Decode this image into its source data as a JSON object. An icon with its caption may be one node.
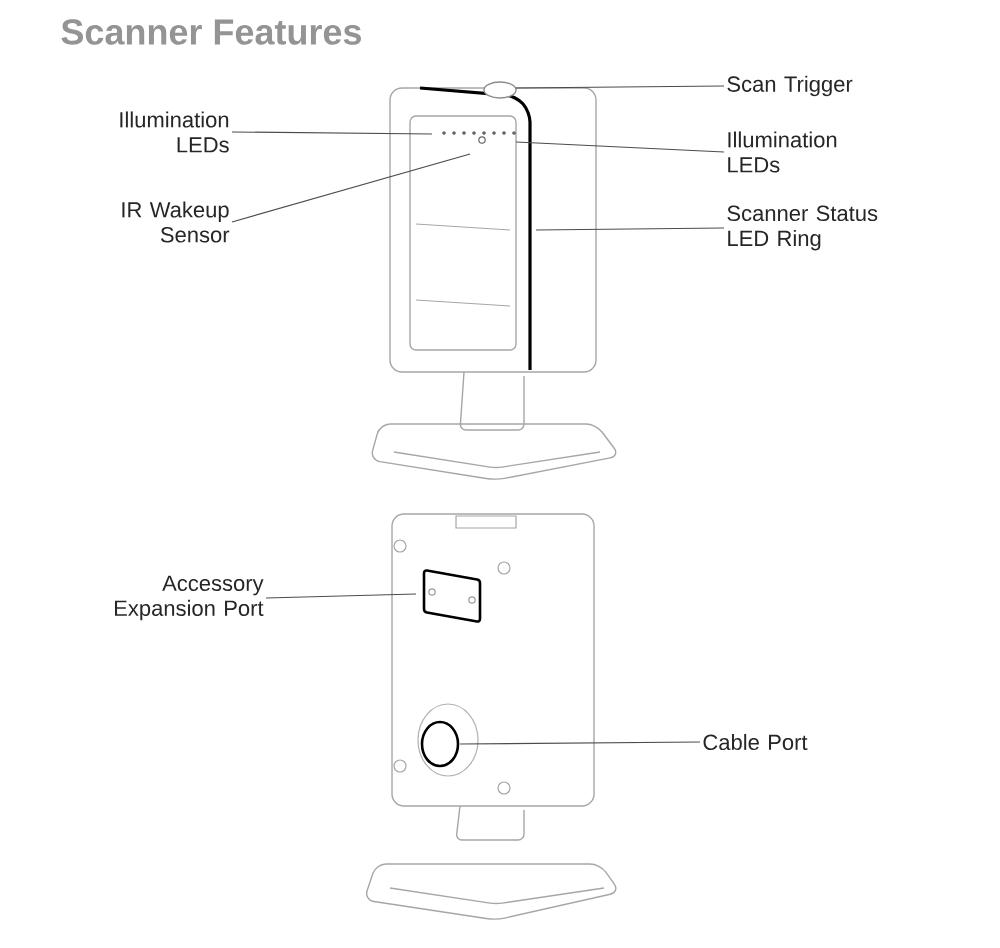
{
  "diagram": {
    "title": "Scanner Features",
    "nodes": [
      {
        "text": [
          "Illumination LEDs"
        ]
      },
      {
        "text": [
          "IR Wakeup Sensor"
        ]
      },
      {
        "text": [
          "Scan Trigger"
        ]
      },
      {
        "text": [
          "Illumination LEDs"
        ]
      },
      {
        "text": [
          "Scanner Status LED Ring"
        ]
      },
      {
        "text": [
          "Accessory Expansion Port"
        ]
      },
      {
        "text": [
          "Cable Port"
        ]
      }
    ],
    "edges": [
      {
        "from": 0,
        "to": null,
        "arrow": "none"
      },
      {
        "from": 1,
        "to": null,
        "arrow": "none"
      },
      {
        "from": 2,
        "to": null,
        "arrow": "none"
      },
      {
        "from": 3,
        "to": null,
        "arrow": "none"
      },
      {
        "from": 4,
        "to": null,
        "arrow": "none"
      },
      {
        "from": 5,
        "to": null,
        "arrow": "none"
      },
      {
        "from": 6,
        "to": null,
        "arrow": "none"
      }
    ]
  }
}
